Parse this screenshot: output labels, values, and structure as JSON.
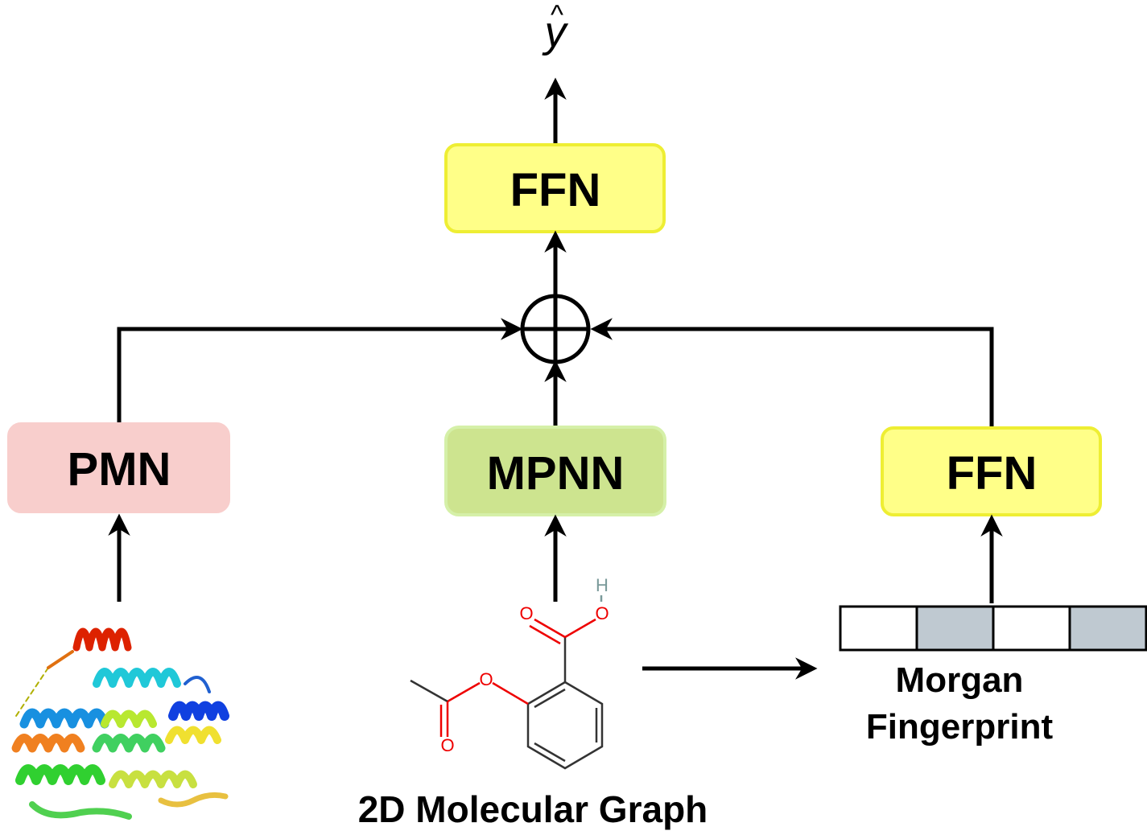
{
  "output": {
    "symbol": "y",
    "hat": "^"
  },
  "boxes": {
    "ffn_top": {
      "label": "FFN",
      "fill": "#ffff88",
      "stroke": "#eeee33"
    },
    "pmn": {
      "label": "PMN",
      "fill": "#f8cecc",
      "stroke": "#f8cecc"
    },
    "mpnn": {
      "label": "MPNN",
      "fill": "#cde48f",
      "stroke": "#d5f0a8"
    },
    "ffn_right": {
      "label": "FFN",
      "fill": "#ffff88",
      "stroke": "#eeee33"
    }
  },
  "combine": {
    "symbol": "circle-plus"
  },
  "fingerprint": {
    "bits": [
      0,
      1,
      0,
      1
    ],
    "on_color": "#bfc9d1",
    "off_color": "#ffffff",
    "label_line1": "Morgan",
    "label_line2": "Fingerprint"
  },
  "molecule": {
    "caption": "2D Molecular Graph",
    "atoms": {
      "o_carbonyl_acid": "O",
      "o_hydroxyl": "O",
      "h_hydroxyl": "H",
      "o_ester": "O",
      "o_carbonyl_ester": "O"
    },
    "atom_colors": {
      "oxygen": "#ee0000",
      "hydrogen": "#7a9a9a"
    }
  },
  "protein": {
    "icon": "protein-ribbon-icon"
  }
}
